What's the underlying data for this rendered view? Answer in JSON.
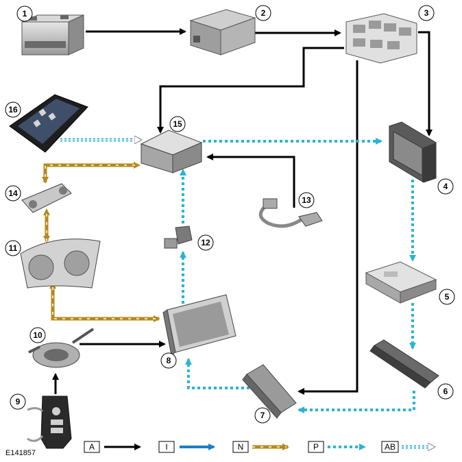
{
  "figure_id": "E141857",
  "callouts": [
    "1",
    "2",
    "3",
    "4",
    "5",
    "6",
    "7",
    "8",
    "9",
    "10",
    "11",
    "12",
    "13",
    "14",
    "15",
    "16"
  ],
  "legend": [
    {
      "key": "A",
      "line_style": "solid",
      "color": "#000000"
    },
    {
      "key": "I",
      "line_style": "solid",
      "color": "#1a7fc4"
    },
    {
      "key": "N",
      "line_style": "striped",
      "color": "#b58a1b"
    },
    {
      "key": "P",
      "line_style": "dotted",
      "color": "#2bb3d6"
    },
    {
      "key": "AB",
      "line_style": "dotted-hollow",
      "color": "#2bb3d6"
    }
  ],
  "colors": {
    "black": "#000000",
    "blue": "#1a7fc4",
    "gold": "#b58a1b",
    "cyan": "#2bb3d6",
    "component": "#bfbfbf"
  },
  "icons": [
    "battery-icon",
    "junction-box-icon",
    "fuse-box-icon",
    "display-module-icon",
    "control-module-icon",
    "amplifier-icon",
    "audio-module-icon",
    "media-unit-icon",
    "steering-switch-icon",
    "clock-spring-icon",
    "instrument-cluster-icon",
    "usb-port-icon",
    "antenna-cable-icon",
    "climate-panel-icon",
    "gateway-module-icon",
    "media-player-icon"
  ]
}
